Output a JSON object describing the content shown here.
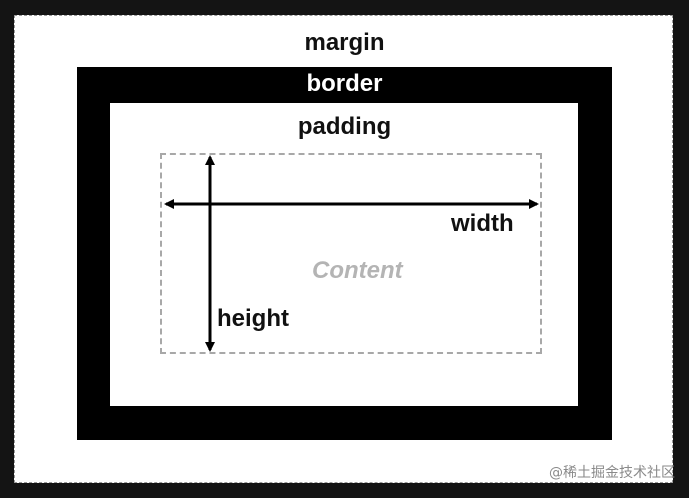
{
  "diagram": {
    "labels": {
      "margin": "margin",
      "border": "border",
      "padding": "padding",
      "width": "width",
      "height": "height",
      "content": "Content"
    },
    "watermark": "@稀土掘金技术社区"
  }
}
